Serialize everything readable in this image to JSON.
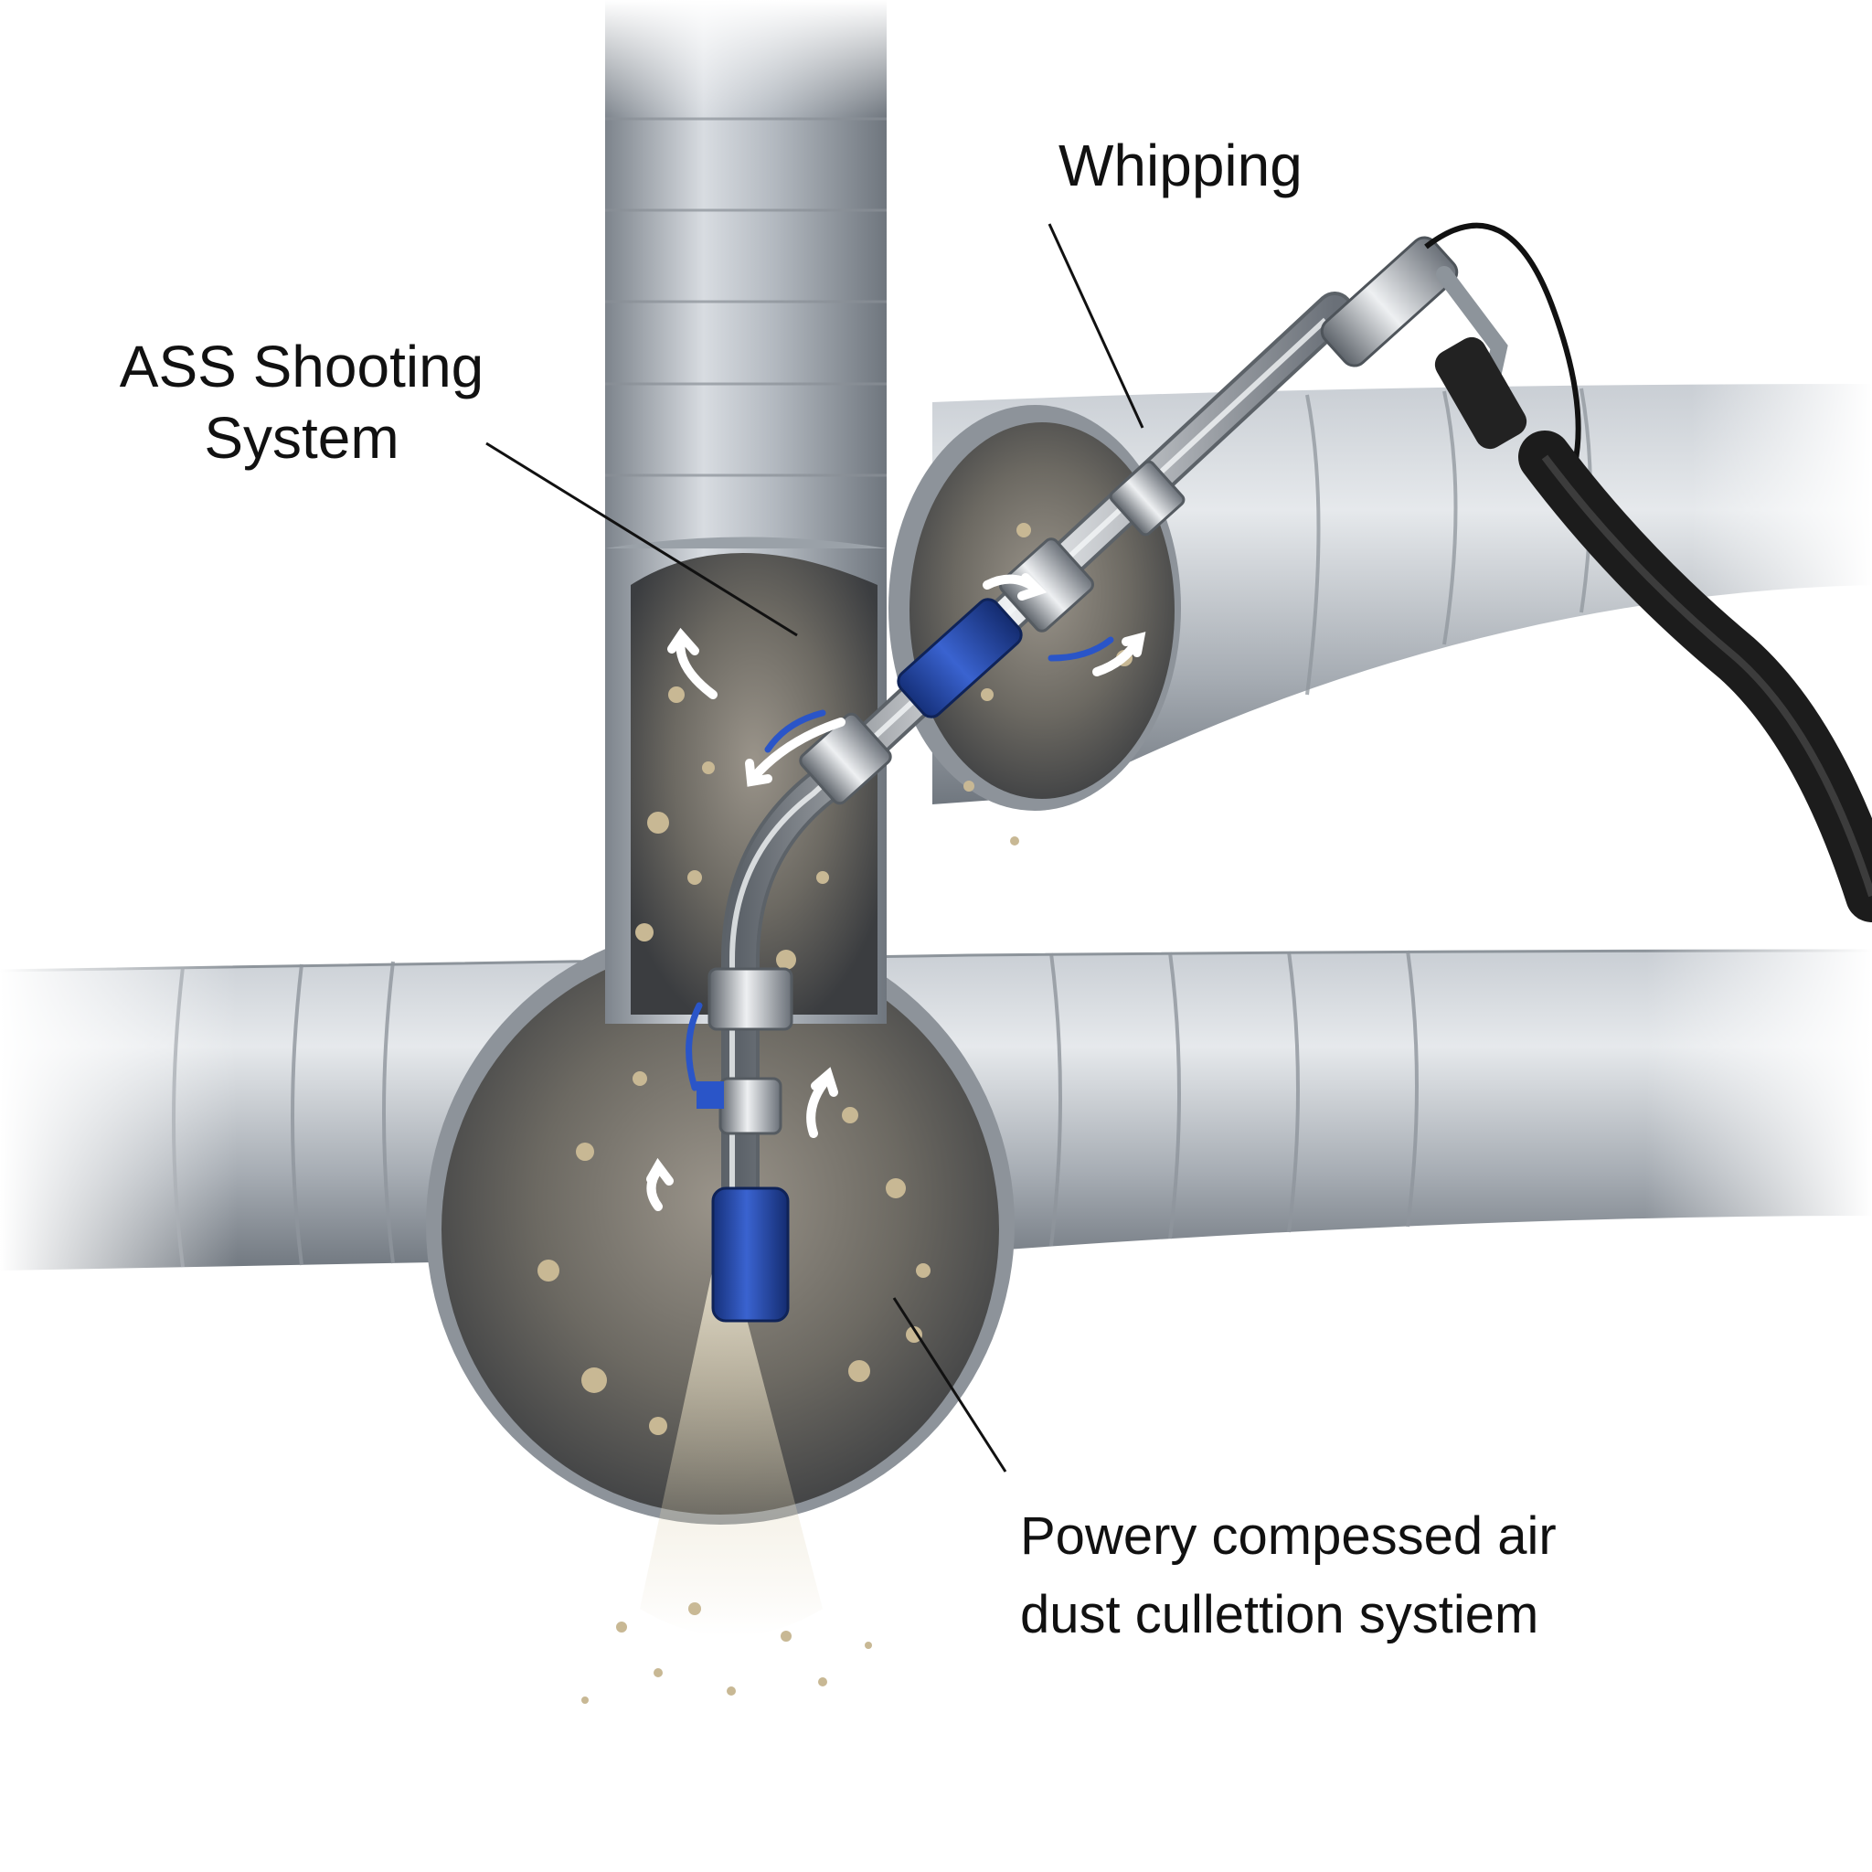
{
  "labels": {
    "whipping": "Whipping",
    "ass_line1": "ASS Shooting",
    "ass_line2": "System",
    "dust_line1": "Powery compessed air",
    "dust_line2": "dust cullettion systiem"
  },
  "colors": {
    "background": "#ffffff",
    "duct_light": "#d9dde2",
    "duct_mid": "#a9afb6",
    "duct_dark": "#6f767e",
    "duct_interior": "#3f4246",
    "nozzle_blue": "#2346a8",
    "dust": "#b9a98a",
    "hose_black": "#1c1c1c",
    "leader_line": "#111111"
  }
}
